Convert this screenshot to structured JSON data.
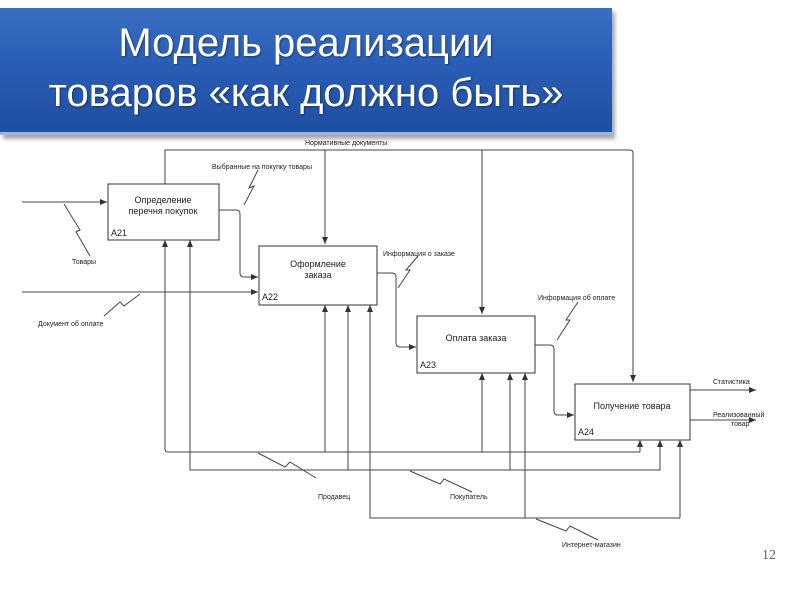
{
  "slide": {
    "title_line1": "Модель реализации",
    "title_line2": "товаров «как должно быть»",
    "page_number": "12"
  },
  "diagram": {
    "boxes": [
      {
        "id": "A21",
        "line1": "Определение",
        "line2": "перечня покупок"
      },
      {
        "id": "A22",
        "line1": "Оформление",
        "line2": "заказа"
      },
      {
        "id": "A23",
        "line1": "Оплата заказа",
        "line2": ""
      },
      {
        "id": "A24",
        "line1": "Получение товара",
        "line2": ""
      }
    ],
    "labels": {
      "normative_docs": "Нормативные документы",
      "selected_goods": "Выбранные на покупку товары",
      "goods": "Товары",
      "payment_doc": "Документ об оплате",
      "order_info": "Информация о заказе",
      "payment_info": "Информация об оплате",
      "statistics": "Статистика",
      "sold_goods_1": "Реализованный",
      "sold_goods_2": "товар",
      "seller": "Продавец",
      "buyer": "Покупатель",
      "online_store": "Интернет-магазин"
    }
  }
}
